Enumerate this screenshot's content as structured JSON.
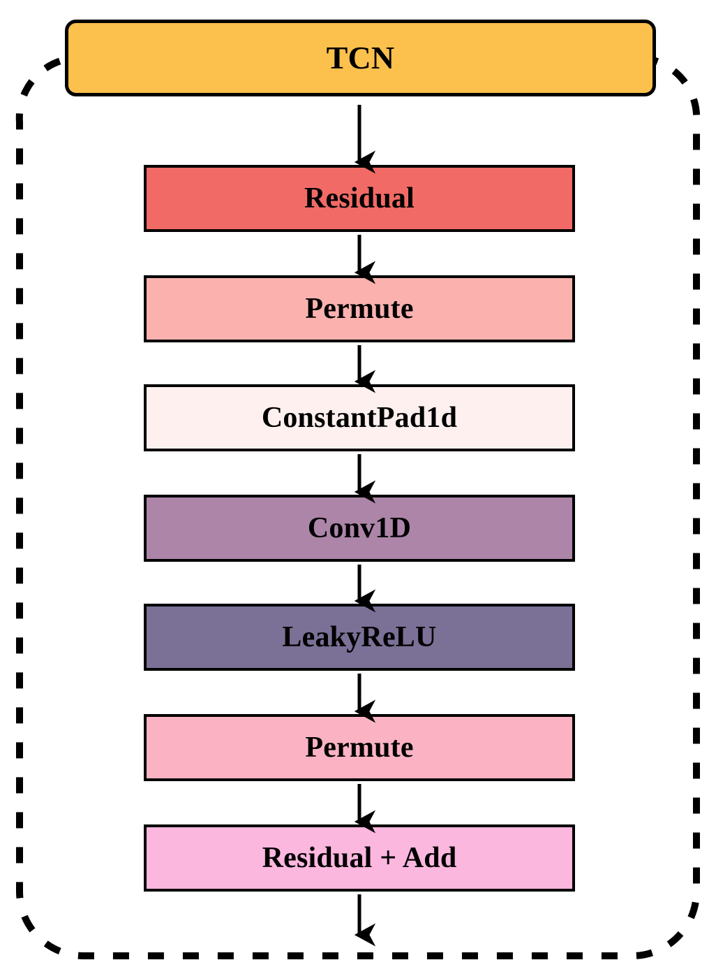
{
  "diagram": {
    "title": "TCN",
    "type": "flowchart-vertical",
    "background_color": "#FFFFFF",
    "border_color": "#000000",
    "outer_group": {
      "name": "tcn-group",
      "style": "dashed-rounded-rectangle",
      "stroke_color": "#000000"
    },
    "header": {
      "label": "TCN",
      "fill_color": "#FCC04D",
      "text_color": "#000000"
    },
    "nodes": [
      {
        "label": "Residual",
        "fill_color": "#F26A65",
        "text_color": "#000000"
      },
      {
        "label": "Permute",
        "fill_color": "#FBB2AF",
        "text_color": "#000000"
      },
      {
        "label": "ConstantPad1d",
        "fill_color": "#FDF0EE",
        "text_color": "#000000"
      },
      {
        "label": "Conv1D",
        "fill_color": "#AC85A9",
        "text_color": "#000000"
      },
      {
        "label": "LeakyReLU",
        "fill_color": "#7B7096",
        "text_color": "#000000"
      },
      {
        "label": "Permute",
        "fill_color": "#FBB3C3",
        "text_color": "#000000"
      },
      {
        "label": "Residual + Add",
        "fill_color": "#FCB7DF",
        "text_color": "#000000"
      }
    ],
    "connectors": {
      "style": "solid-arrow-down",
      "color": "#000000",
      "count": 8
    }
  }
}
